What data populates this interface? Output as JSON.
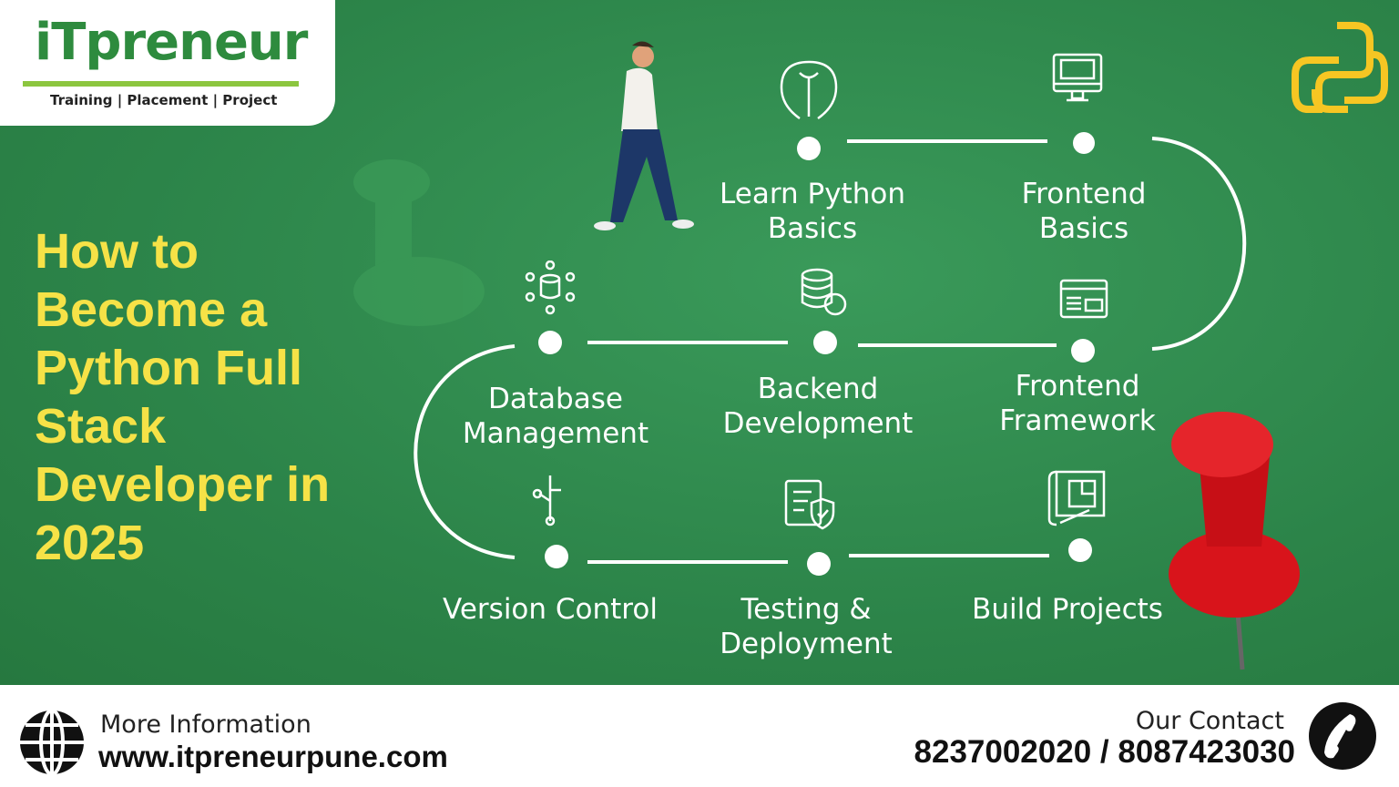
{
  "brand": {
    "logo_text": "iTpreneur",
    "tagline": "Training | Placement | Project"
  },
  "title": "How to\nBecome a\nPython Full\nStack\nDeveloper in\n2025",
  "steps": [
    {
      "label": "Learn Python\nBasics",
      "icon": "python-snake-icon"
    },
    {
      "label": "Frontend\nBasics",
      "icon": "monitor-code-icon"
    },
    {
      "label": "Frontend\nFramework",
      "icon": "browser-window-icon"
    },
    {
      "label": "Backend\nDevelopment",
      "icon": "database-gear-icon"
    },
    {
      "label": "Database\nManagement",
      "icon": "database-network-icon"
    },
    {
      "label": "Version Control",
      "icon": "version-branch-icon"
    },
    {
      "label": "Testing &\nDeployment",
      "icon": "checklist-shield-icon"
    },
    {
      "label": "Build Projects",
      "icon": "blueprint-icon"
    }
  ],
  "footer": {
    "more_label": "More Information",
    "website": "www.itpreneurpune.com",
    "contact_label": "Our Contact",
    "phones": "8237002020 / 8087423030"
  },
  "colors": {
    "background": "#2f8a4e",
    "title": "#f6e247",
    "logo_green": "#2e8b3e",
    "logo_lime": "#8cc63f",
    "python_icon": "#f6c623",
    "pushpin": "#d8141b"
  }
}
